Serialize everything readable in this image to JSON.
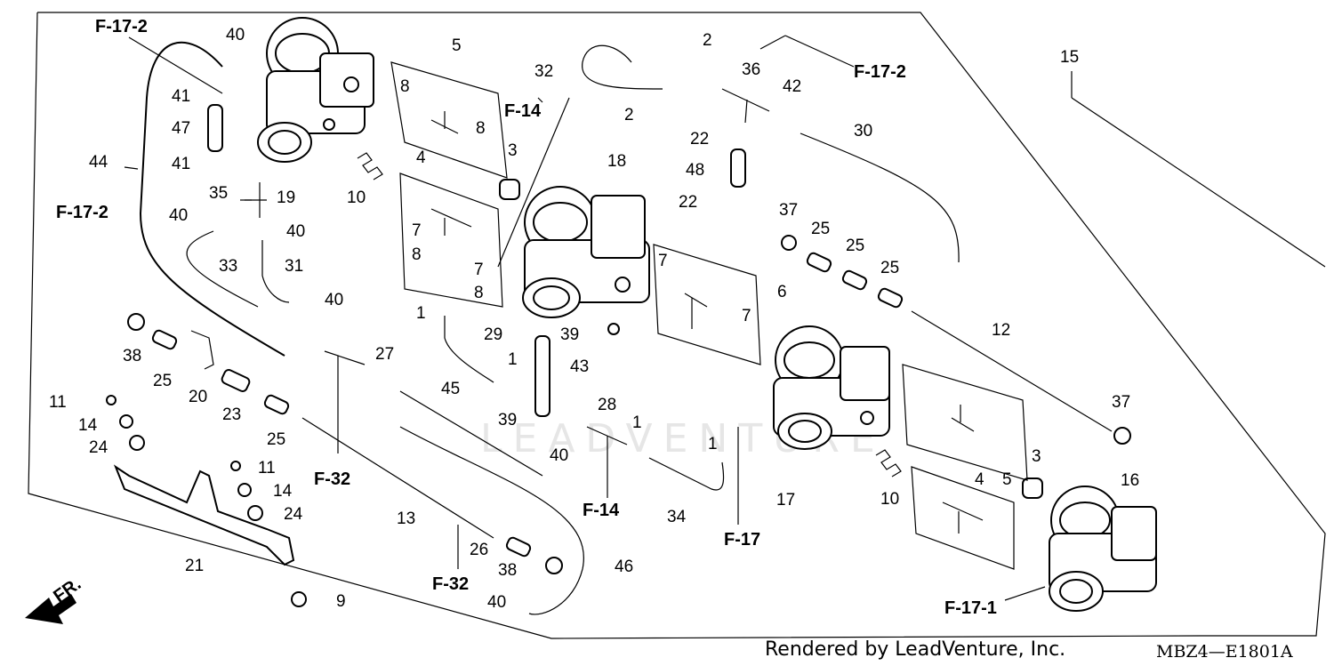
{
  "diagram_code": "MBZ4—E1801A",
  "credit": "Rendered by LeadVenture, Inc.",
  "watermark": "LEADVENTURE",
  "direction_marker": "FR.",
  "references": {
    "f17_2": "F-17-2",
    "f14": "F-14",
    "f32": "F-32",
    "f17": "F-17",
    "f17_1": "F-17-1"
  },
  "callouts": {
    "p1": "1",
    "p2": "2",
    "p3": "3",
    "p4": "4",
    "p5": "5",
    "p6": "6",
    "p7": "7",
    "p8": "8",
    "p9": "9",
    "p10": "10",
    "p11": "11",
    "p12": "12",
    "p13": "13",
    "p14": "14",
    "p15": "15",
    "p16": "16",
    "p17": "17",
    "p18": "18",
    "p19": "19",
    "p20": "20",
    "p21": "21",
    "p22": "22",
    "p23": "23",
    "p24": "24",
    "p25": "25",
    "p26": "26",
    "p27": "27",
    "p28": "28",
    "p29": "29",
    "p30": "30",
    "p31": "31",
    "p32": "32",
    "p33": "33",
    "p34": "34",
    "p35": "35",
    "p36": "36",
    "p37": "37",
    "p38": "38",
    "p39": "39",
    "p40": "40",
    "p41": "41",
    "p42": "42",
    "p43": "43",
    "p44": "44",
    "p45": "45",
    "p46": "46",
    "p47": "47",
    "p48": "48"
  }
}
